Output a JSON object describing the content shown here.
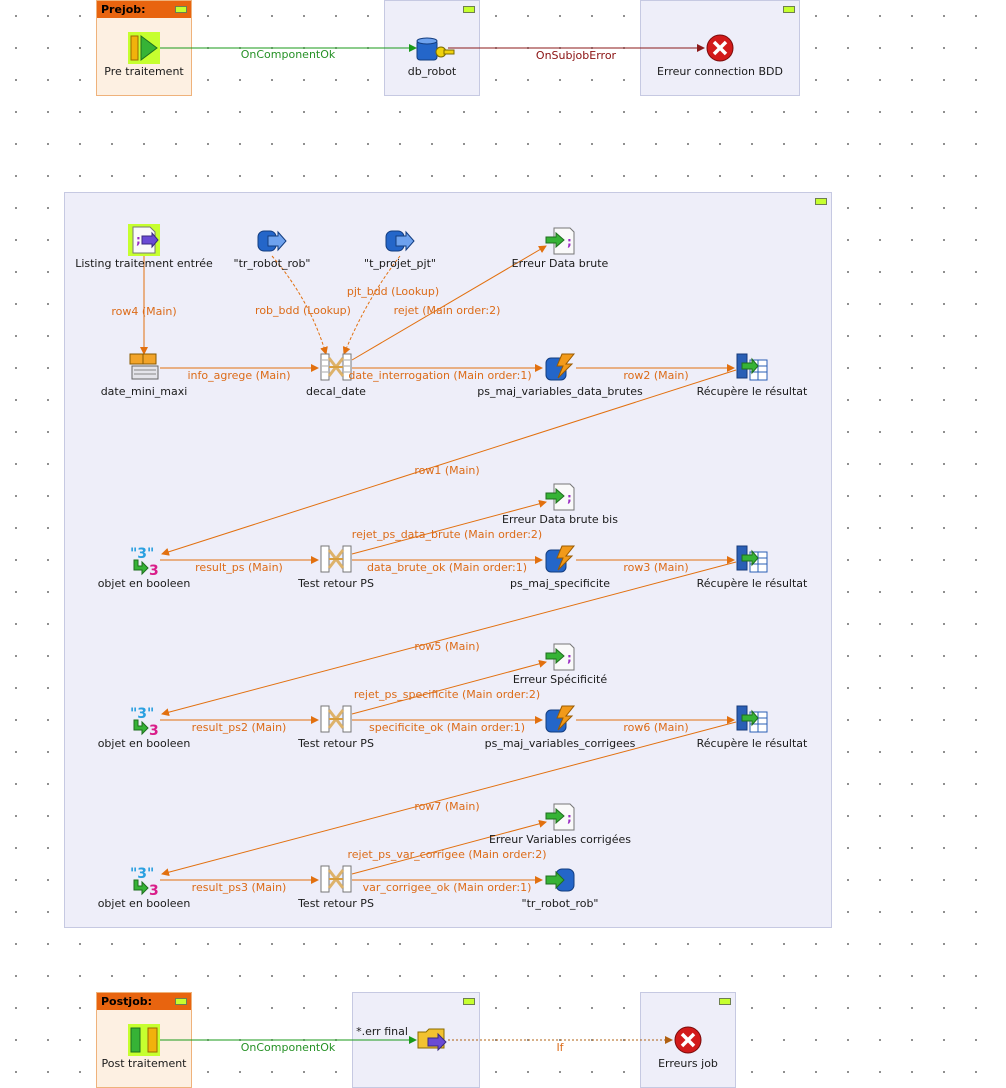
{
  "prejob": {
    "title": "Prejob:",
    "start_label": "Pre traitement",
    "db_label": "db_robot",
    "error_label": "Erreur connection BDD",
    "ok_link": "OnComponentOk",
    "err_link": "OnSubjobError"
  },
  "main": {
    "listing_label": "Listing traitement entrée",
    "tr_robot_rob_label": "\"tr_robot_rob\"",
    "t_projet_pjt_label": "\"t_projet_pjt\"",
    "erreur_data_brute_label": "Erreur Data brute",
    "date_mini_maxi_label": "date_mini_maxi",
    "decal_date_label": "decal_date",
    "ps_maj_data_brutes_label": "ps_maj_variables_data_brutes",
    "recupere_1_label": "Récupère le résultat",
    "erreur_data_brute_bis_label": "Erreur Data brute bis",
    "objet_1_label": "objet en booleen",
    "test_1_label": "Test retour PS",
    "ps_maj_specificite_label": "ps_maj_specificite",
    "recupere_2_label": "Récupère le résultat",
    "erreur_specificite_label": "Erreur Spécificité",
    "objet_2_label": "objet en booleen",
    "test_2_label": "Test retour PS",
    "ps_maj_corrigees_label": "ps_maj_variables_corrigees",
    "recupere_3_label": "Récupère le résultat",
    "erreur_var_corrigees_label": "Erreur Variables corrigées",
    "objet_3_label": "objet en booleen",
    "test_3_label": "Test retour PS",
    "tr_robot_rob_out_label": "\"tr_robot_rob\"",
    "links": {
      "row4": "row4 (Main)",
      "rob_bdd": "rob_bdd (Lookup)",
      "pjt_bdd": "pjt_bdd (Lookup)",
      "rejet": "rejet (Main order:2)",
      "info_agrege": "info_agrege (Main)",
      "date_interrogation": "date_interrogation (Main order:1)",
      "row2": "row2 (Main)",
      "row1": "row1 (Main)",
      "rejet_ps_data_brute": "rejet_ps_data_brute (Main order:2)",
      "result_ps": "result_ps (Main)",
      "data_brute_ok": "data_brute_ok (Main order:1)",
      "row3": "row3 (Main)",
      "row5": "row5 (Main)",
      "rejet_ps_specificite": "rejet_ps_specificite (Main order:2)",
      "result_ps2": "result_ps2 (Main)",
      "specificite_ok": "specificite_ok (Main order:1)",
      "row6": "row6 (Main)",
      "row7": "row7 (Main)",
      "rejet_ps_var_corrigee": "rejet_ps_var_corrigee (Main order:2)",
      "result_ps3": "result_ps3 (Main)",
      "var_corrigee_ok": "var_corrigee_ok (Main order:1)"
    }
  },
  "postjob": {
    "title": "Postjob:",
    "start_label": "Post traitement",
    "file_label": "*.err final",
    "error_label": "Erreurs job",
    "ok_link": "OnComponentOk",
    "if_link": "If"
  },
  "colors": {
    "main_link": "#e2700f",
    "ok_link": "#1a9a1a",
    "error_link": "#8b1a1a",
    "subjob_bg": "#eeeef9",
    "prejob_bg": "#fdf0e2",
    "header": "#e8640f"
  }
}
